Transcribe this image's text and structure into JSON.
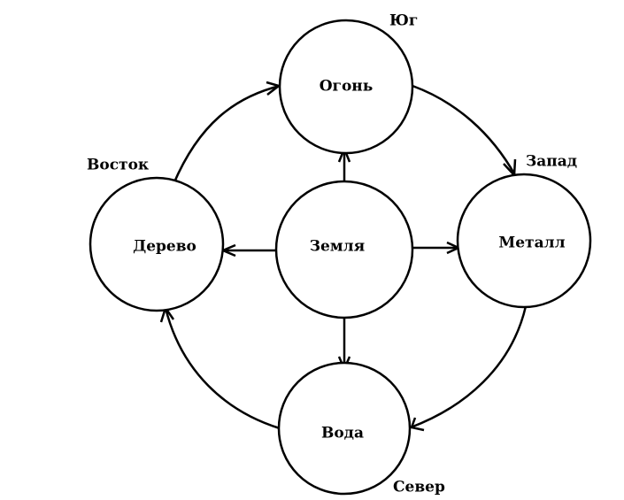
{
  "diagram": {
    "nodes": {
      "fire": "Огонь",
      "wood": "Дерево",
      "earth": "Земля",
      "metal": "Металл",
      "water": "Вода"
    },
    "directions": {
      "south": "Юг",
      "east": "Восток",
      "west": "Запад",
      "north": "Север"
    },
    "edges": [
      {
        "from": "wood",
        "to": "fire"
      },
      {
        "from": "fire",
        "to": "metal"
      },
      {
        "from": "metal",
        "to": "water"
      },
      {
        "from": "water",
        "to": "wood"
      },
      {
        "from": "earth",
        "to": "fire"
      },
      {
        "from": "earth",
        "to": "wood"
      },
      {
        "from": "earth",
        "to": "metal"
      },
      {
        "from": "earth",
        "to": "water"
      }
    ]
  }
}
